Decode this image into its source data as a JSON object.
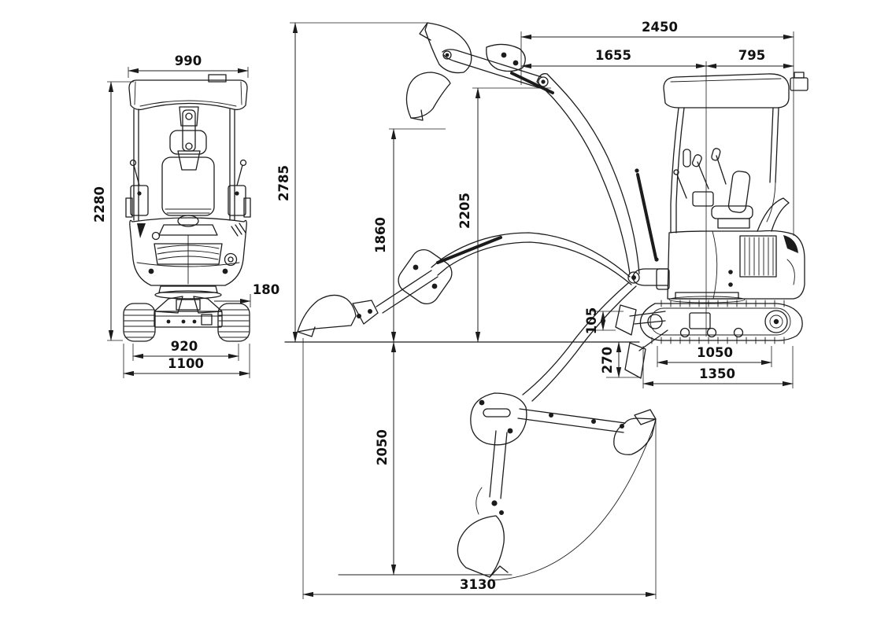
{
  "colors": {
    "line": "#1c1c1c",
    "background": "#ffffff",
    "text": "#111111"
  },
  "front_view": {
    "dim_labels": [
      "990",
      "2280",
      "180",
      "920",
      "1100"
    ]
  },
  "side_view": {
    "dim_labels": [
      "2785",
      "2450",
      "1655",
      "795",
      "1860",
      "2205",
      "105",
      "270",
      "1050",
      "1350",
      "2050",
      "3130"
    ]
  }
}
